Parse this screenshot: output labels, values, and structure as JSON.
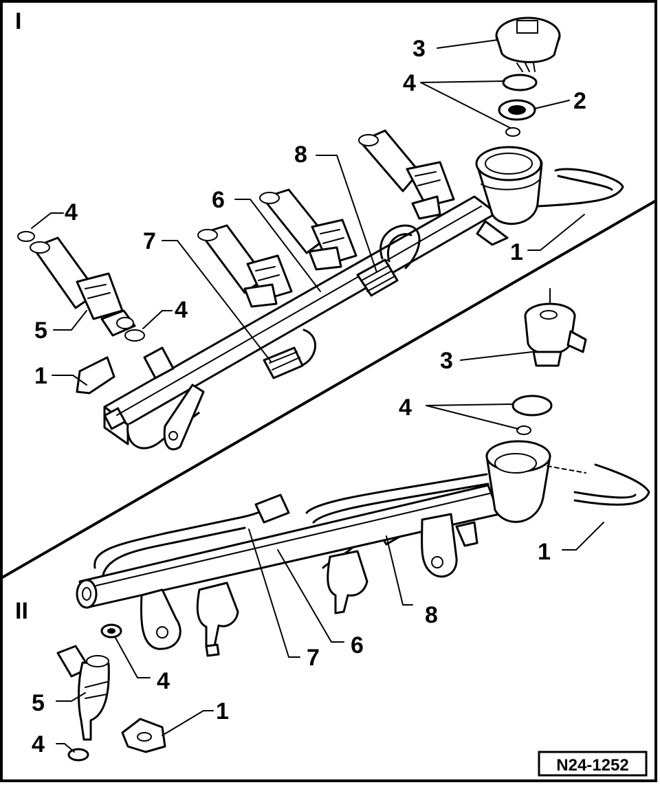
{
  "diagram": {
    "sections": [
      {
        "id": "I",
        "label": "I"
      },
      {
        "id": "II",
        "label": "II"
      }
    ],
    "labels": {
      "s1_1a": "1",
      "s1_1b": "1",
      "s1_2": "2",
      "s1_3": "3",
      "s1_4a": "4",
      "s1_4b": "4",
      "s1_4c": "4",
      "s1_5": "5",
      "s1_6": "6",
      "s1_7": "7",
      "s1_8": "8",
      "s2_1a": "1",
      "s2_1b": "1",
      "s2_3": "3",
      "s2_4a": "4",
      "s2_4b": "4",
      "s2_4c": "4",
      "s2_5": "5",
      "s2_6": "6",
      "s2_7": "7",
      "s2_8": "8"
    },
    "reference": "N24-1252"
  }
}
